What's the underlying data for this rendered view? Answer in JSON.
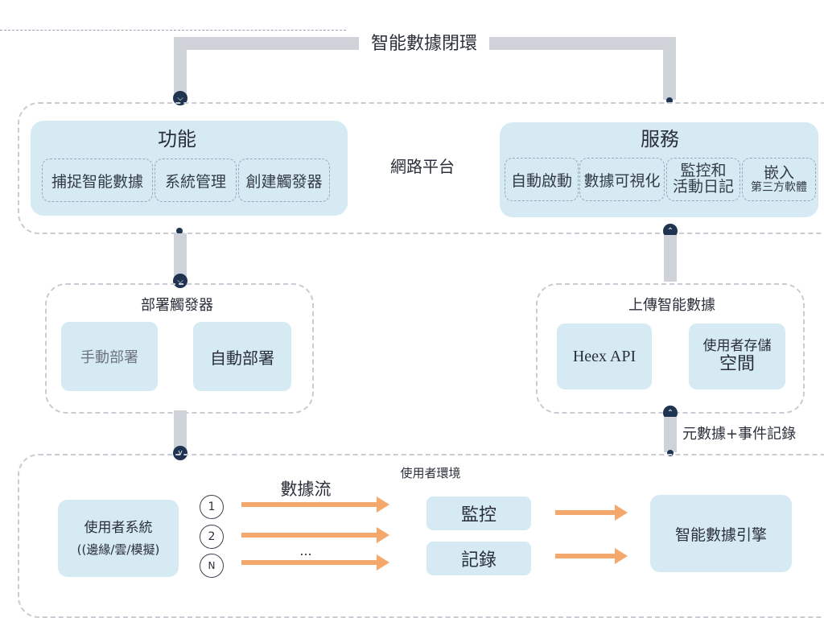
{
  "loop_title": "智能數據閉環",
  "network_platform": "網路平台",
  "features": {
    "title": "功能",
    "items": [
      "捕捉智能數據",
      "系統管理",
      "創建觸發器"
    ]
  },
  "services": {
    "title": "服務",
    "items": {
      "auto_start": "自動啟動",
      "data_viz": "數據可視化",
      "monitor_line1": "監控和",
      "monitor_line2": "活動日記",
      "embed_line1": "嵌入",
      "embed_line2": "第三方軟體"
    }
  },
  "deploy_trigger": {
    "title": "部署觸發器",
    "manual": "手動部署",
    "auto": "自動部署"
  },
  "upload": {
    "title": "上傳智能數據",
    "api": "Heex API",
    "storage_line1": "使用者存儲",
    "storage_line2": "空間"
  },
  "metadata_label": "元數據+事件記錄",
  "user_env": {
    "title": "使用者環境",
    "system_line1": "使用者系統",
    "system_line2": "((邊緣/雲/模擬)",
    "data_flow": "數據流",
    "flow_numbers": [
      "1",
      "2",
      "N"
    ],
    "ellipsis": "...",
    "monitor": "監控",
    "record": "記錄",
    "engine": "智能數據引擎"
  },
  "icons": {
    "down": "chevron-down-icon",
    "up": "chevron-up-icon"
  },
  "colors": {
    "box_fill": "#d6eaf3",
    "pipe": "#cfd2d8",
    "arrow": "#f5a86b",
    "node": "#1f3450"
  }
}
